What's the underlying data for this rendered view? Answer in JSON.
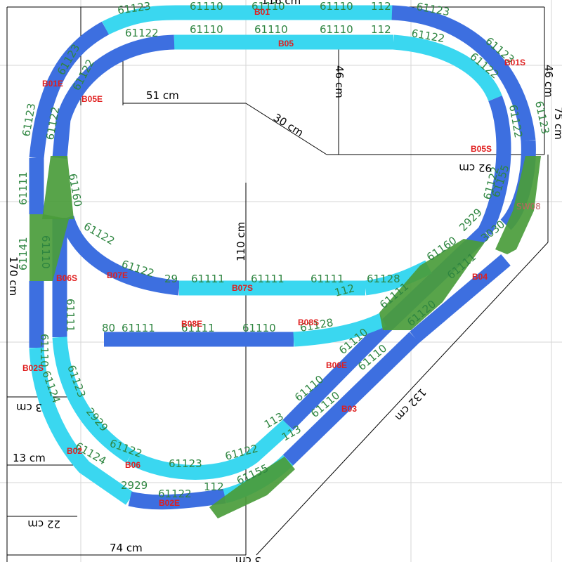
{
  "colors": {
    "block_blue": "#3d6fe0",
    "block_cyan": "#3ad7f0",
    "switch_green": "#4a9c3b",
    "code_text": "#2e8540",
    "block_label": "#e01e1e"
  },
  "blocks": {
    "b01": "B01",
    "b01s": "B01S",
    "b01e": "B01E",
    "b05": "B05",
    "b05s": "B05S",
    "b05e": "B05E",
    "b07e": "B07E",
    "b07s": "B07S",
    "b06s": "B06S",
    "b08e": "B08E",
    "b08s": "B08S",
    "b06e": "B06E",
    "b02s": "B02S",
    "b02": "B02",
    "b06": "B06",
    "b02e": "B02E",
    "b03": "B03",
    "b04": "B04"
  },
  "switch_label": "SW08",
  "dimensions": {
    "d46": "46 cm",
    "d51": "51 cm",
    "d30": "30 cm",
    "d92": "92 cm",
    "d170": "170 cm",
    "d132": "132 cm",
    "d13": "13 cm",
    "d3": "3 cm",
    "d22": "22 cm",
    "d74": "74 cm",
    "d46b": "46 cm",
    "d110": "110 cm",
    "d3b": "3 cm",
    "d116": "116 cm",
    "d75": "75 cm"
  },
  "track_codes": {
    "top_outer": [
      "61123",
      "61110",
      "61110",
      "61110",
      "112",
      "61123"
    ],
    "top_inner": [
      "61122",
      "61110",
      "61110",
      "61110",
      "112",
      "61122"
    ],
    "right_outer": [
      "61123",
      "61123"
    ],
    "right_inner": [
      "61122",
      "61122",
      "61122"
    ],
    "left_outer": [
      "61123",
      "61123",
      "61111",
      "61141",
      "61110"
    ],
    "left_inner": [
      "61122",
      "61122",
      "61160",
      "61110",
      "61111"
    ],
    "mid_upper": [
      "61122",
      "61122",
      "29",
      "61111",
      "61111",
      "61111",
      "61128",
      "112",
      "61160"
    ],
    "mid_lower": [
      "80",
      "61111",
      "61111",
      "61110",
      "61128",
      "61110",
      "61110"
    ],
    "right_lower": [
      "61155",
      "30",
      "30",
      "2929",
      "61111",
      "61111",
      "61120"
    ],
    "bottom_inner": [
      "61123",
      "2929",
      "61122",
      "61123",
      "61122",
      "113",
      "61110"
    ],
    "bottom_outer": [
      "61124",
      "61124",
      "2929",
      "61122",
      "112",
      "61155",
      "113",
      "61110"
    ]
  }
}
